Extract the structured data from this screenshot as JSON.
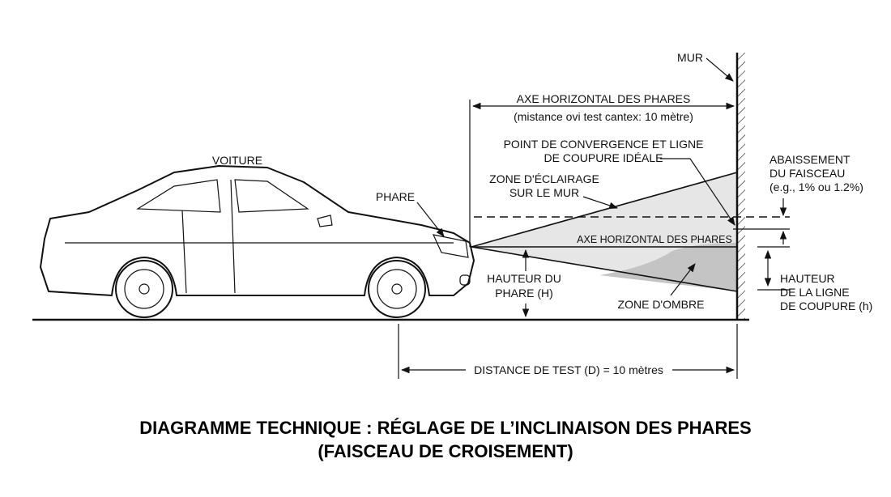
{
  "labels": {
    "car": "VOITURE",
    "headlight": "PHARE",
    "wall": "MUR",
    "top_axis_line1": "AXE HORIZONTAL DES PHARES",
    "top_axis_line2": "(mistance ovi test cantex: 10 mètre)",
    "convergence_line1": "POINT DE CONVERGENCE ET LIGNE",
    "convergence_line2": "DE COUPURE IDÉALE",
    "lit_zone_line1": "ZONE D'ÉCLAIRAGE",
    "lit_zone_line2": "SUR LE MUR",
    "beam_axis": "AXE HORIZONTAL DES PHARES",
    "headlight_height_line1": "HAUTEUR DU",
    "headlight_height_line2": "PHARE (H)",
    "shadow_zone": "ZONE D'OMBRE",
    "lowering_line1": "ABAISSEMENT",
    "lowering_line2": "DU FAISCEAU",
    "lowering_line3": "(e.g., 1% ou 1.2%)",
    "cutoff_height_line1": "HAUTEUR",
    "cutoff_height_line2": "DE LA LIGNE",
    "cutoff_height_line3": "DE COUPURE (h)",
    "test_distance": "DISTANCE DE TEST (D) = 10 mètres"
  },
  "title": {
    "line1": "DIAGRAMME TECHNIQUE : RÉGLAGE DE L’INCLINAISON DES PHARES",
    "line2": "(FAISCEAU DE CROISEMENT)"
  },
  "colors": {
    "beam": "#e6e6e6",
    "shadow": "#c4c4c4",
    "ink": "#111111"
  }
}
